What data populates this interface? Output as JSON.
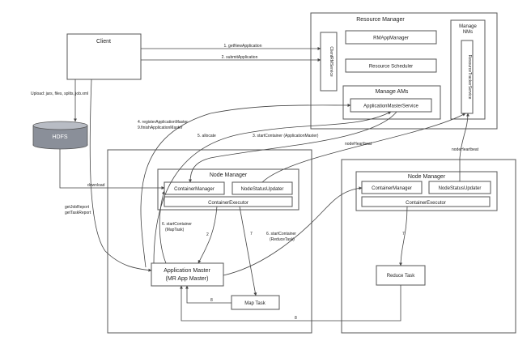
{
  "client": {
    "title": "Client"
  },
  "hdfs": {
    "label": "HDFS"
  },
  "upload": {
    "label": "Upload: jars, files, splits, job.xml"
  },
  "resource_manager": {
    "title": "Resource Manager",
    "client_rm_service": "ClientRMService",
    "rm_app_manager": "RMAppManager",
    "resource_scheduler": "Resource Scheduler",
    "manage_ams": "Manage AMs",
    "am_service": "ApplicationMasterService",
    "manage_nms": "Manage NMs",
    "resource_tracker_service": "ResourceTrackerService"
  },
  "node_manager_left": {
    "title": "Node Manager",
    "container_manager": "ContainerManager",
    "node_status_updater": "NodeStatusUpdater",
    "container_executor": "ContainerExecutor"
  },
  "node_manager_right": {
    "title": "Node Manager",
    "container_manager": "ContainerManager",
    "node_status_updater": "NodeStatusUpdater",
    "container_executor": "ContainerExecutor"
  },
  "application_master": {
    "line1": "Application Master",
    "line2": "(MR App Master)"
  },
  "map_task": {
    "label": "Map Task"
  },
  "reduce_task": {
    "label": "Reduce Task"
  },
  "edges": {
    "get_new_application": "1. getNewApplication",
    "submit_application": "2. submitApplication",
    "register_am_1": "4. registerApplicationMaster",
    "register_am_2": "9.finishApplicationMaster",
    "allocate": "5. allocate",
    "start_container_am": "3. startContainer (ApplicationMaster)",
    "node_heartbeat_left": "nodeHeartbeat",
    "node_heartbeat_right": "nodeHeartbeat",
    "download": "download",
    "get_job_report_1": "getJobReport",
    "get_job_report_2": "getTaskReport",
    "start_container_map_1": "6. startContainer",
    "start_container_map_2": "(MapTask)",
    "start_container_reduce_1": "6. startContainer",
    "start_container_reduce_2": "(ReduceTask)",
    "step7_left": "7",
    "step7_right": "7",
    "step8_map": "8",
    "step8_reduce": "8",
    "step2_small": "2"
  }
}
